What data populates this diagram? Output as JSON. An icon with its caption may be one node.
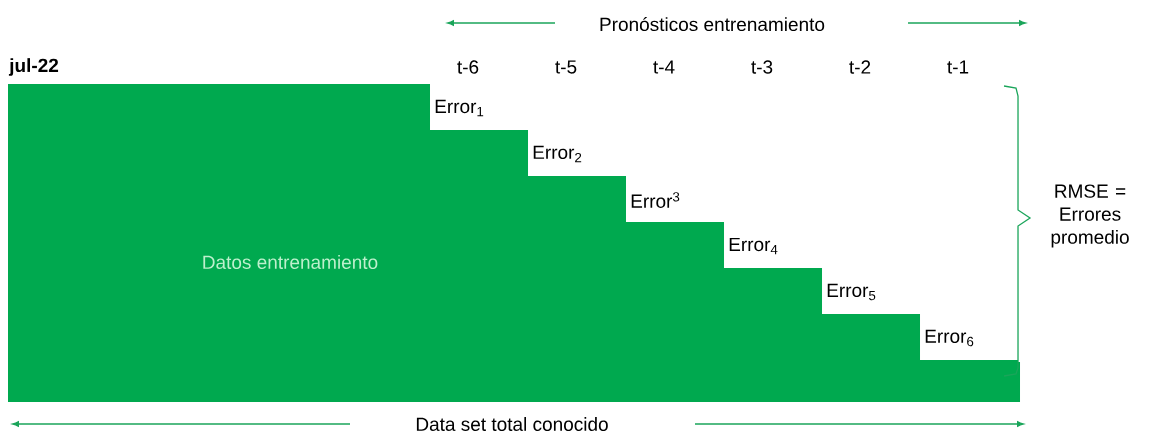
{
  "diagram": {
    "nodes": [
      {
        "text": [
          "Datos entrenamiento"
        ]
      }
    ],
    "labels": [
      "Pronósticos entrenamiento",
      "jul-22",
      "t-6",
      "t-5",
      "t-4",
      "t-3",
      "t-2",
      "t-1",
      "Error$_{1}$",
      "Error$_{2}$",
      "Error$^{3}$",
      "Error$_{4}$",
      "Error$_{5}$",
      "Error$_{6}$",
      "RMSE = Errores promedio",
      "Data set total conocido"
    ]
  }
}
